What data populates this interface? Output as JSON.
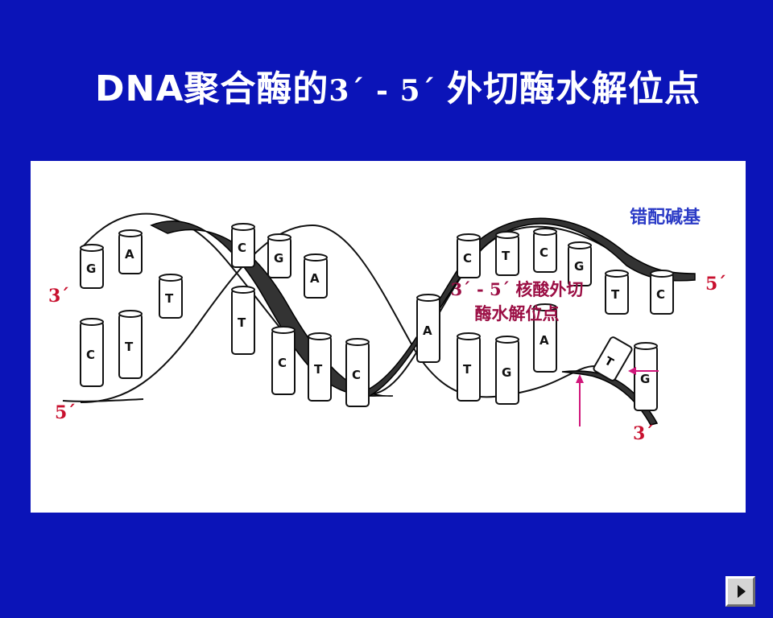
{
  "title": {
    "part1": "DNA聚合酶的",
    "part2": "3´ - 5´ ",
    "part3": "外切酶水解位点"
  },
  "figure": {
    "labels": {
      "top_left": "3´",
      "top_right": "5´",
      "bottom_left": "5´",
      "bottom_right": "3´",
      "mismatch": "错配碱基",
      "exo_line1": "3´ - 5´ 核酸外切",
      "exo_line2": "酶水解位点"
    },
    "bases_upper": [
      "G",
      "A",
      "T",
      "C",
      "G",
      "A",
      "C",
      "T",
      "C",
      "G",
      "T",
      "C"
    ],
    "bases_lower": [
      "C",
      "T",
      "T",
      "C",
      "T",
      "C",
      "A",
      "T",
      "G",
      "A",
      "G",
      "T"
    ],
    "colors": {
      "end_label": "#C8102E",
      "mismatch": "#2B3BC6",
      "exo": "#9B0E44",
      "arrow": "#D0167A"
    }
  },
  "nav": {
    "icon": "play-triangle-icon"
  }
}
